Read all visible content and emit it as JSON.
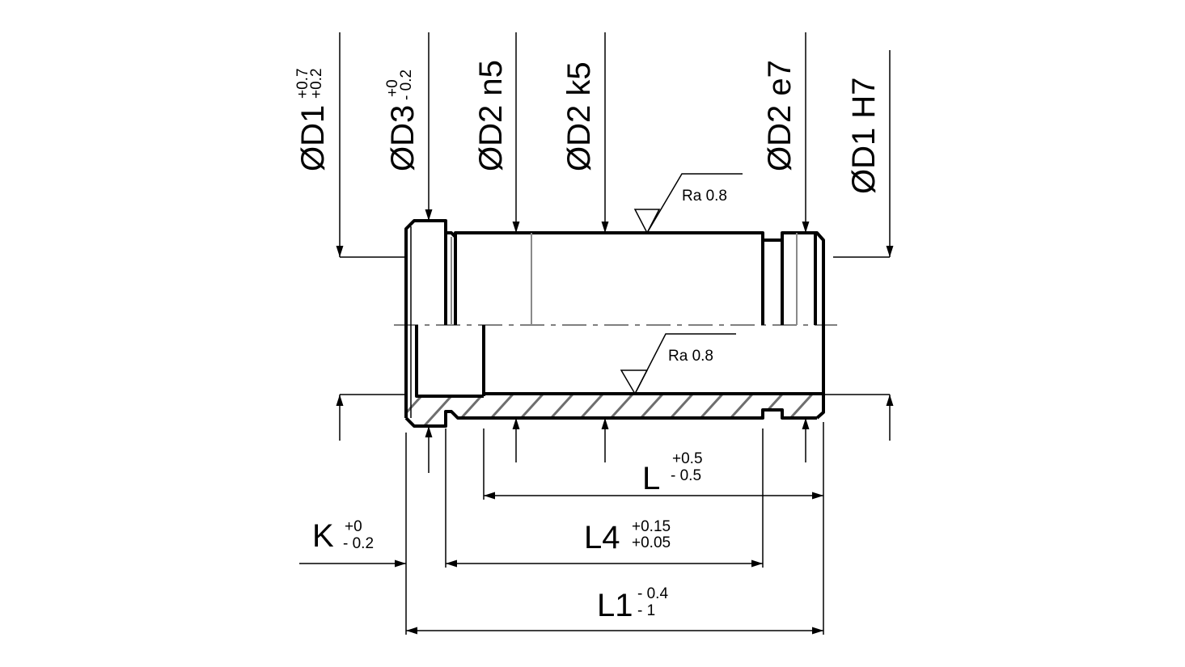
{
  "diameters": {
    "d1_top": {
      "label": "ØD1",
      "tol_upper": "+0.7",
      "tol_lower": "+0.2"
    },
    "d3": {
      "label": "ØD3",
      "tol_upper": "+0",
      "tol_lower": "- 0.2"
    },
    "d2_n5": {
      "label": "ØD2 n5"
    },
    "d2_k5": {
      "label": "ØD2 k5"
    },
    "d2_e7": {
      "label": "ØD2 e7"
    },
    "d1_h7": {
      "label": "ØD1 H7"
    }
  },
  "roughness": {
    "outer": "Ra 0.8",
    "inner": "Ra 0.8"
  },
  "lengths": {
    "L": {
      "label": "L",
      "tol_upper": "+0.5",
      "tol_lower": "- 0.5"
    },
    "L4": {
      "label": "L4",
      "tol_upper": "+0.15",
      "tol_lower": "+0.05"
    },
    "K": {
      "label": "K",
      "tol_upper": "+0",
      "tol_lower": "- 0.2"
    },
    "L1": {
      "label": "L1",
      "tol_upper": "- 0.4",
      "tol_lower": "- 1"
    }
  }
}
